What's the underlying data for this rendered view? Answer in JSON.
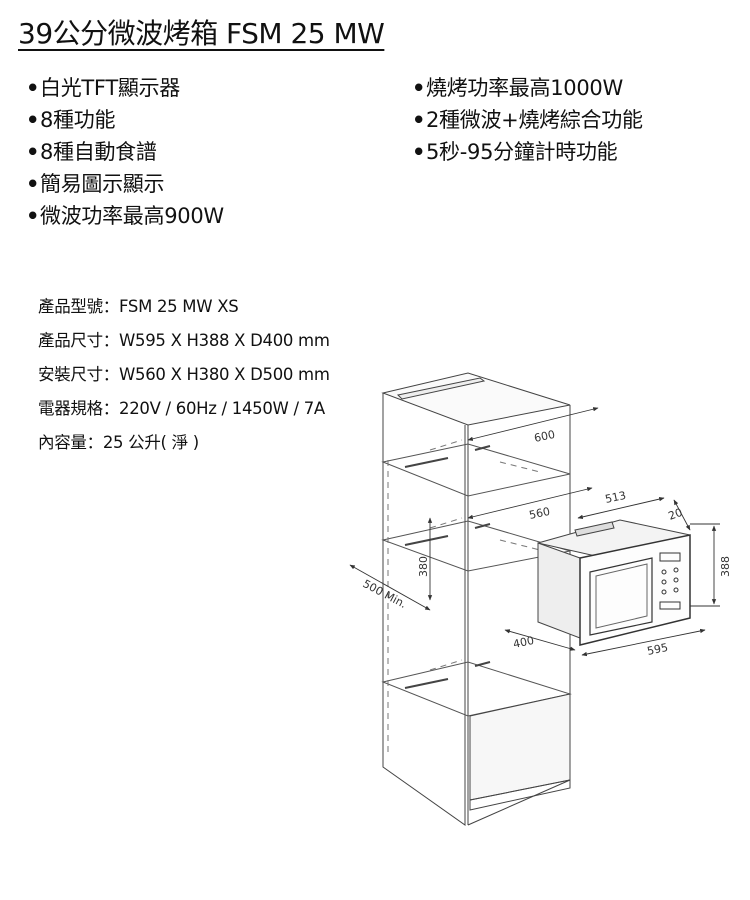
{
  "title": "39公分微波烤箱 FSM 25 MW",
  "features_left": [
    "白光TFT顯示器",
    "8種功能",
    "8種自動食譜",
    "簡易圖示顯示",
    "微波功率最高900W"
  ],
  "features_right": [
    "燒烤功率最高1000W",
    "2種微波+燒烤綜合功能",
    "5秒-95分鐘計時功能"
  ],
  "bullet": "•",
  "specs": [
    {
      "label": "產品型號：",
      "value": "FSM 25 MW XS"
    },
    {
      "label": "產品尺寸：",
      "value": "W595 X H388 X D400 mm"
    },
    {
      "label": "安裝尺寸：",
      "value": "W560 X H380 X D500 mm"
    },
    {
      "label": "電器規格：",
      "value": "220V / 60Hz / 1450W / 7A"
    },
    {
      "label": "內容量：",
      "value": "25 公升( 淨 )"
    }
  ],
  "diagram": {
    "dim_600": "600",
    "dim_560": "560",
    "dim_513": "513",
    "dim_20": "20",
    "dim_380": "380",
    "dim_388": "388",
    "dim_500min": "500 Min.",
    "dim_400": "400",
    "dim_595": "595"
  }
}
